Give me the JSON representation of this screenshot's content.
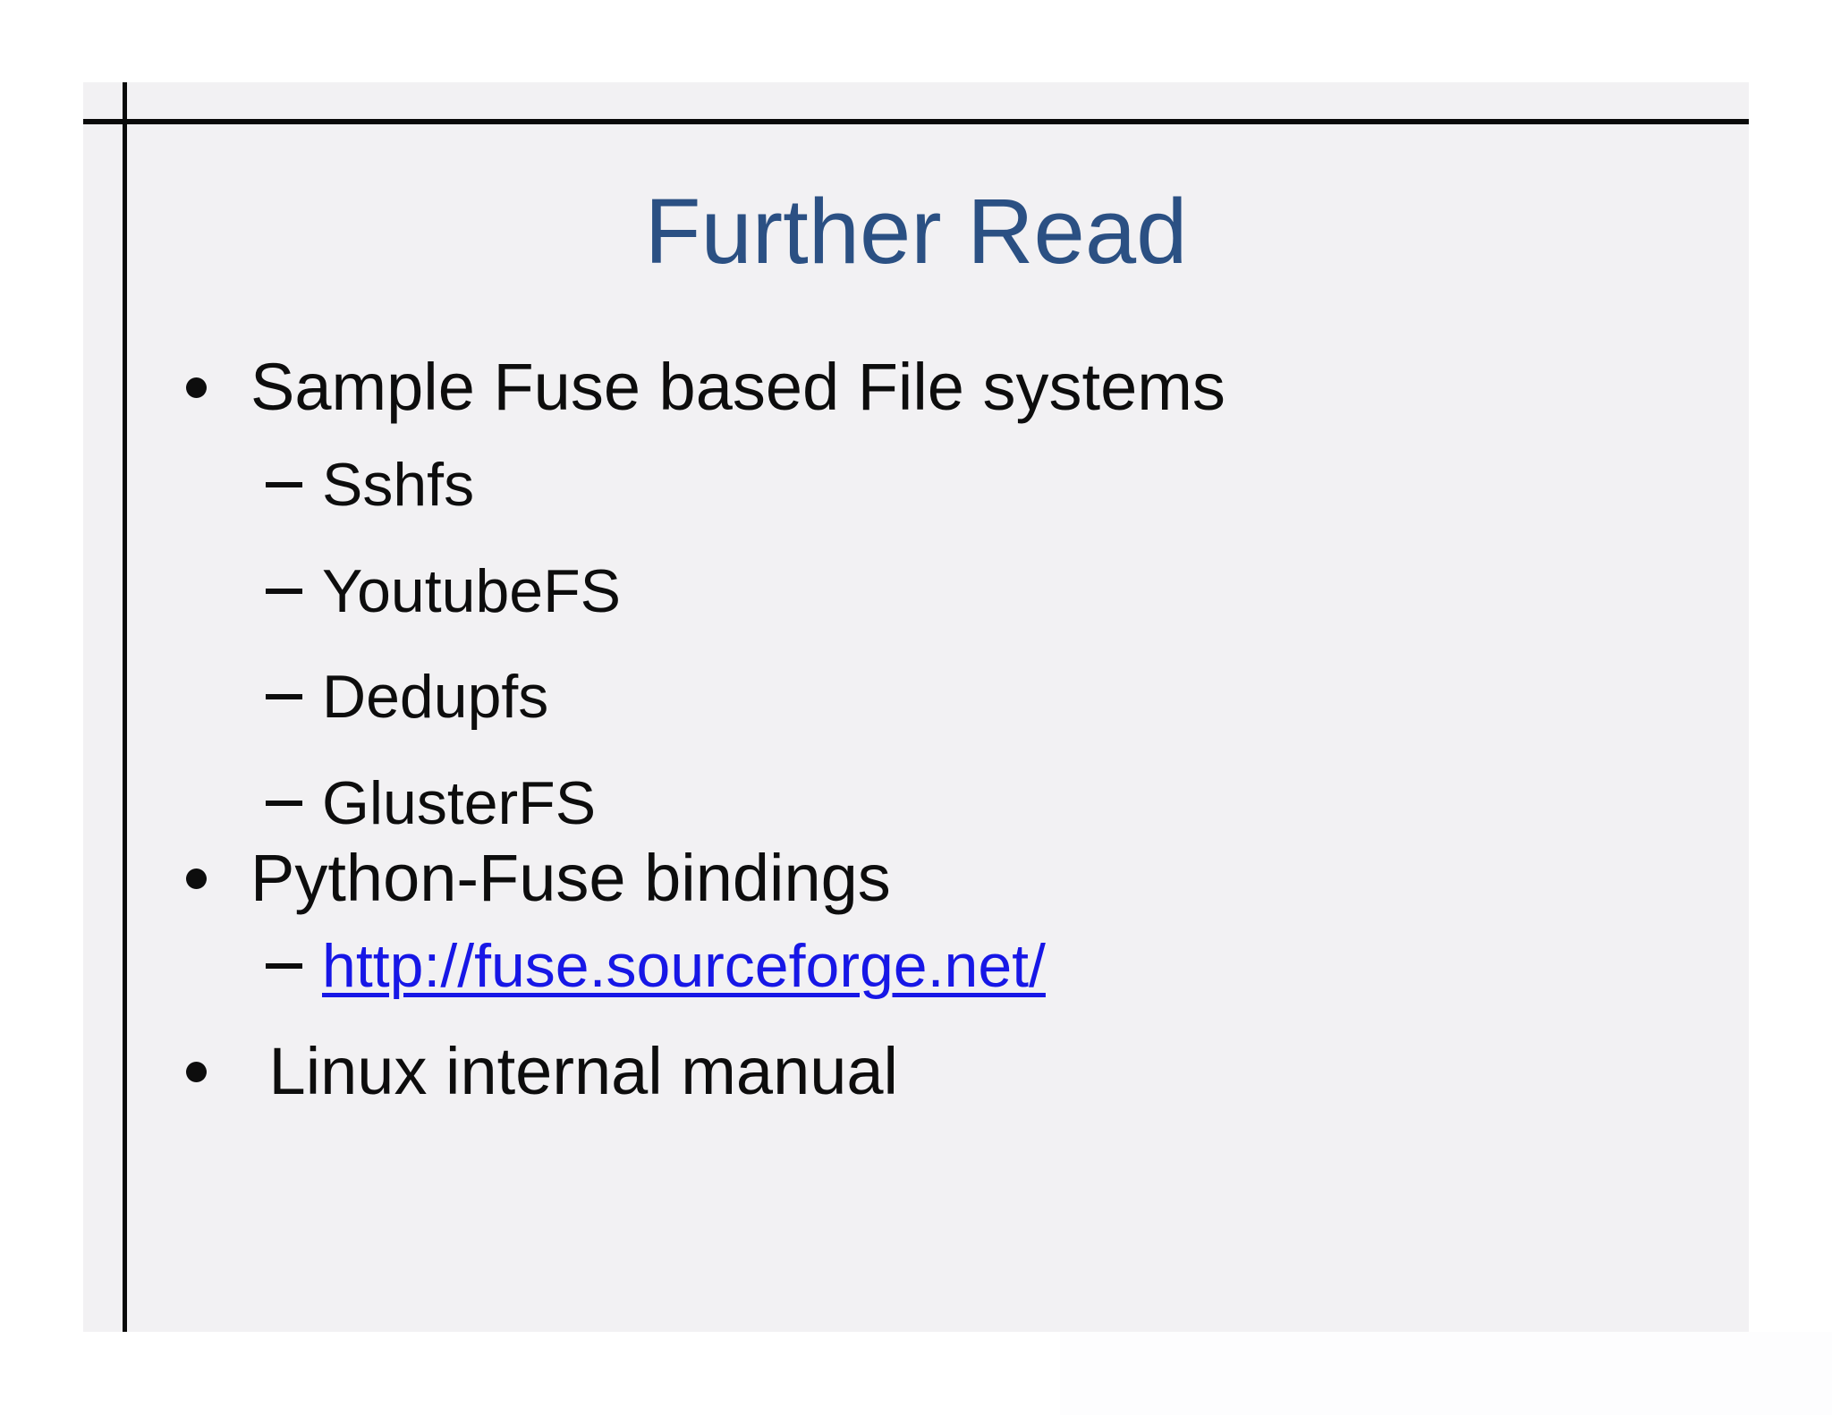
{
  "slide": {
    "title": "Further Read",
    "bullets": [
      {
        "level": 1,
        "label": "Sample Fuse based File systems"
      },
      {
        "level": 2,
        "label": "Sshfs"
      },
      {
        "level": 2,
        "label": "YoutubeFS"
      },
      {
        "level": 2,
        "label": "Dedupfs"
      },
      {
        "level": 2,
        "label": "GlusterFS"
      },
      {
        "level": 1,
        "label": "Python-Fuse bindings"
      },
      {
        "level": 2,
        "label": "http://fuse.sourceforge.net/",
        "href": "http://fuse.sourceforge.net/",
        "is_link": true
      },
      {
        "level": 1,
        "label": " Linux internal manual"
      }
    ],
    "colors": {
      "slide_bg": "#F2F1F3",
      "rule": "#0A0A0A",
      "title": "#2B5083",
      "body": "#0D0D0D",
      "link": "#1717E6"
    }
  }
}
